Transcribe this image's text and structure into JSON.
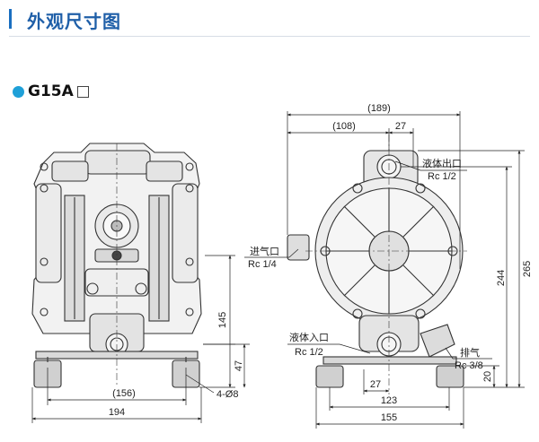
{
  "header": {
    "title": "外观尺寸图"
  },
  "model": {
    "name": "G15A"
  },
  "front_view": {
    "dim_156": "(156)",
    "dim_194": "194",
    "dim_145": "145",
    "dim_47": "47",
    "holes": "4-Ø8"
  },
  "side_view": {
    "dim_189": "(189)",
    "dim_108": "(108)",
    "dim_27_top": "27",
    "dim_265": "265",
    "dim_244": "244",
    "dim_20": "20",
    "dim_27_bottom": "27",
    "dim_123": "123",
    "dim_155": "155",
    "outlet_label": "液体出口",
    "outlet_size": "Rc 1/2",
    "air_inlet_label": "进气口",
    "air_inlet_size": "Rc 1/4",
    "inlet_label": "液体入口",
    "inlet_size": "Rc 1/2",
    "exhaust_label": "排气",
    "exhaust_size": "Rc 3/8"
  }
}
